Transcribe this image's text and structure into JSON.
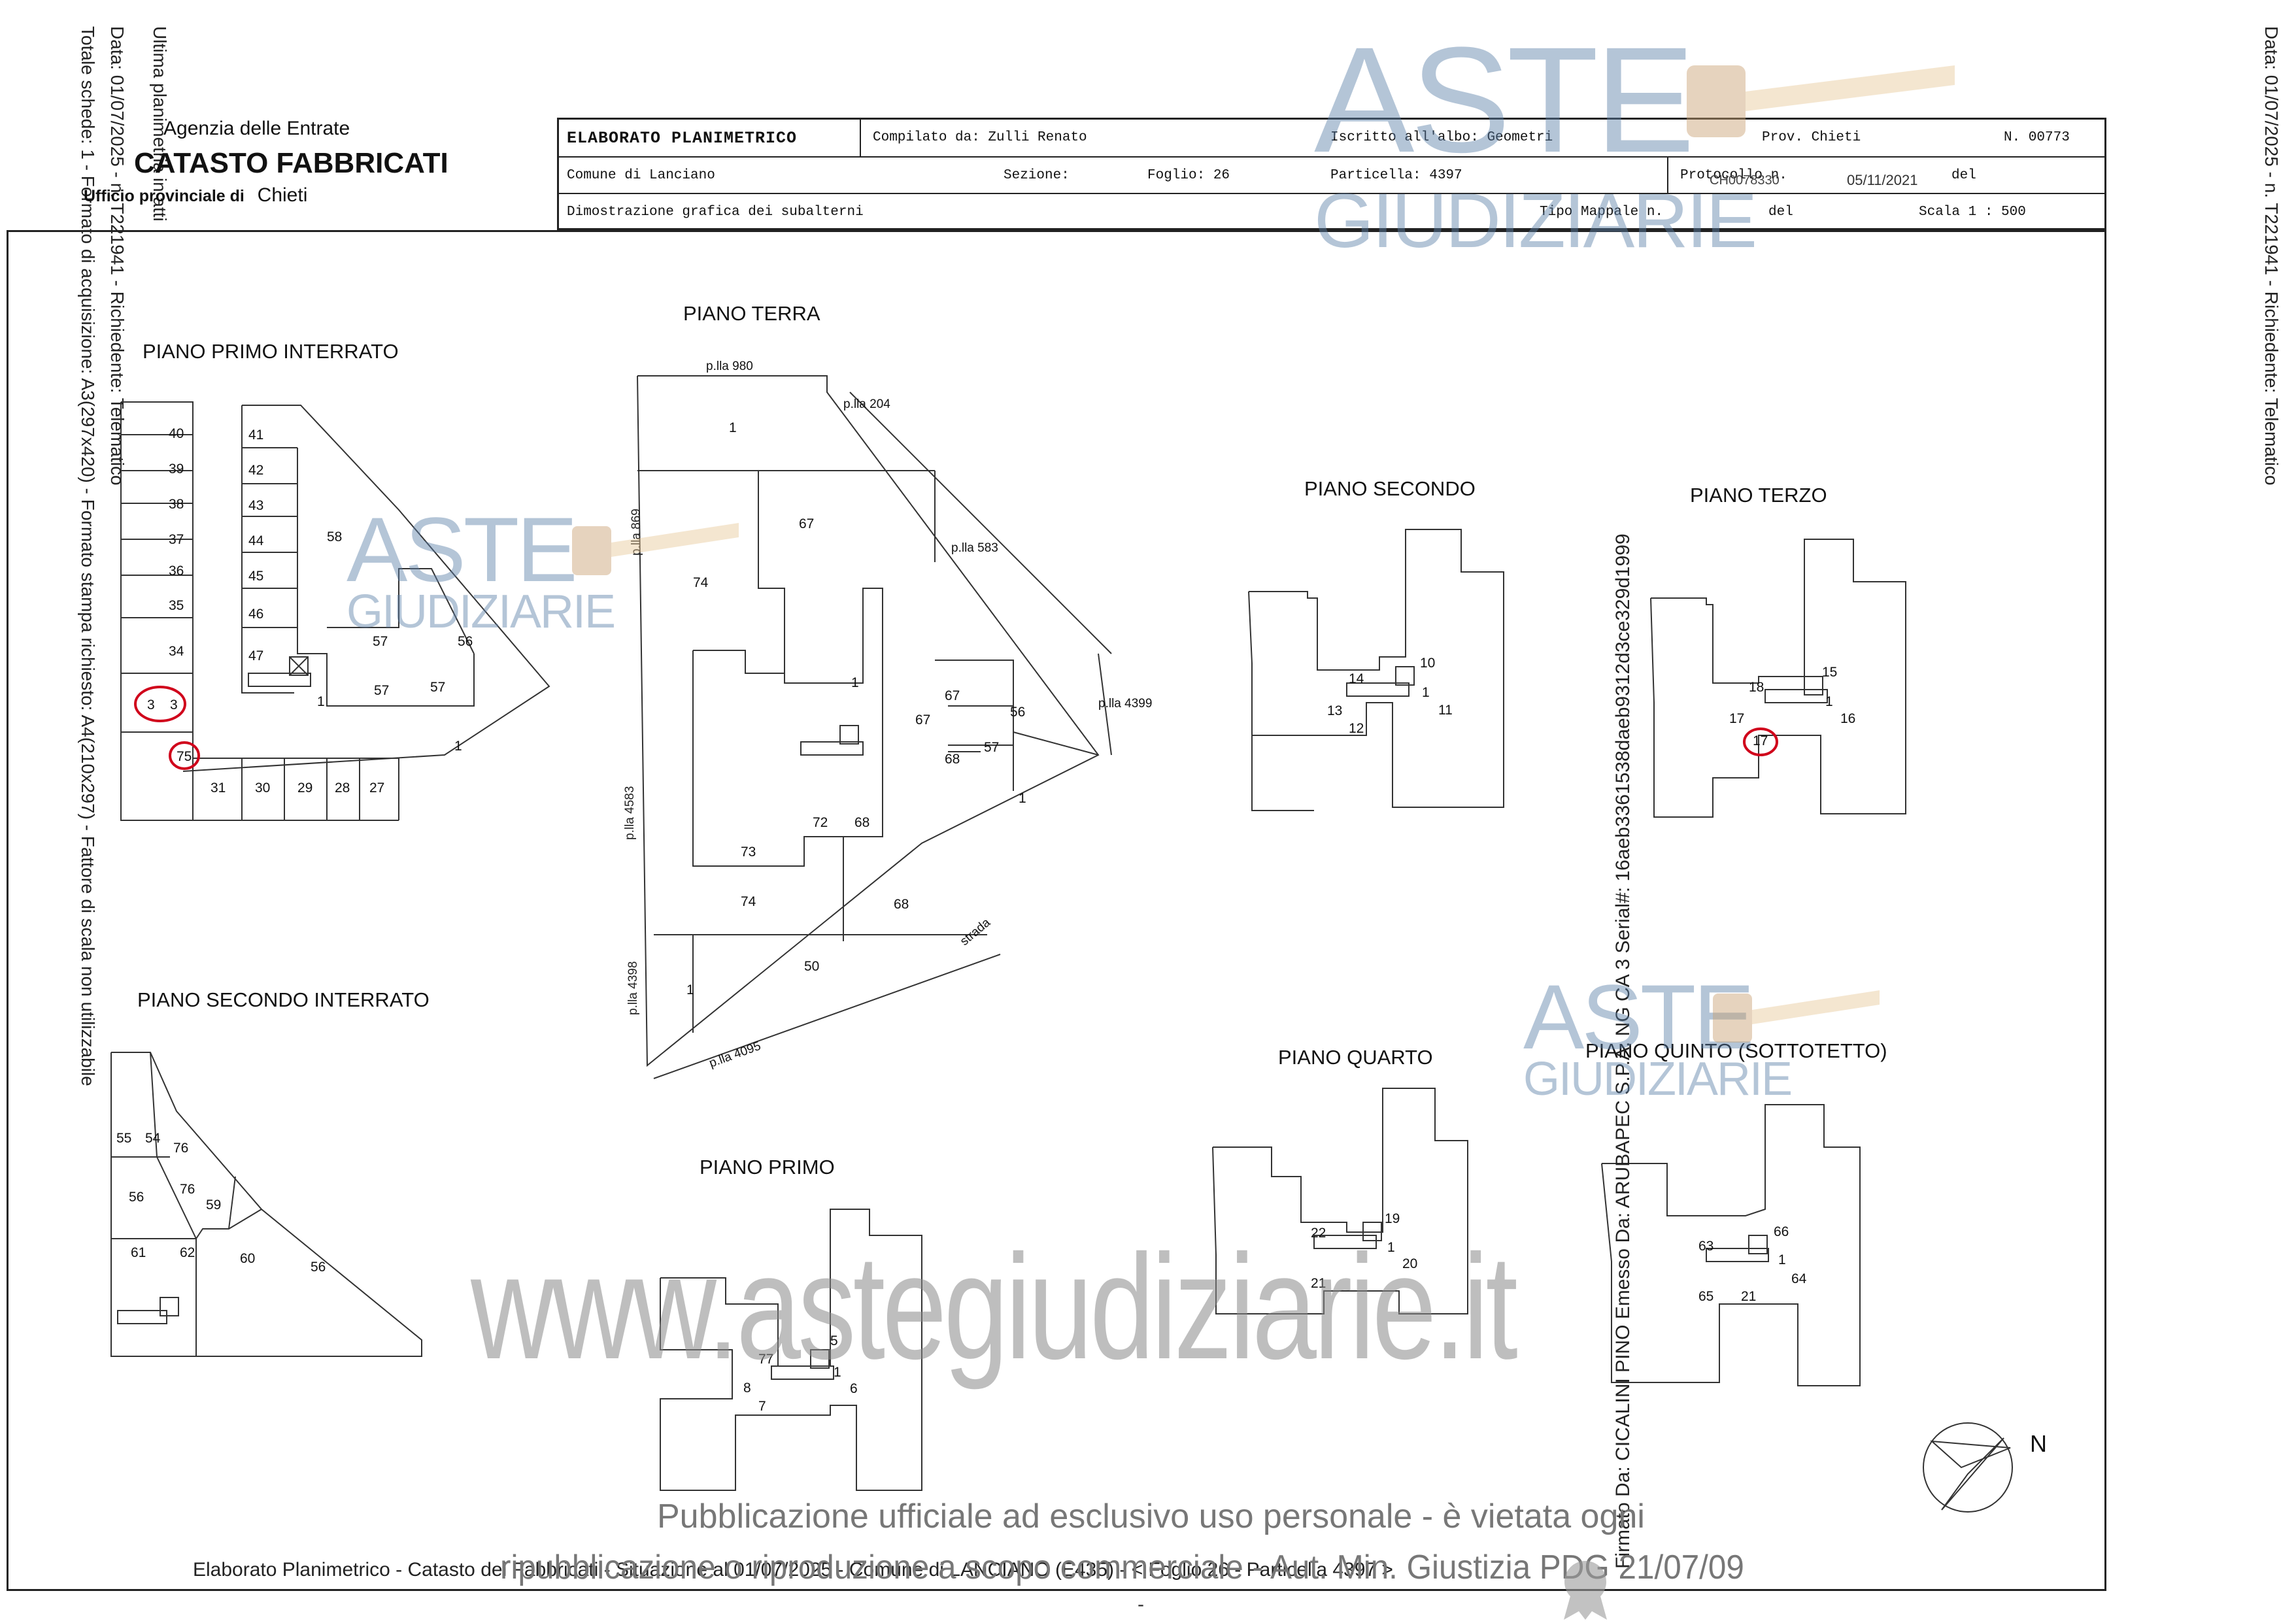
{
  "left_margin": {
    "line1": "Ultima planimetria in atti",
    "line2": "Data: 01/07/2025 - n. T221941 - Richiedente: Telematico",
    "line3": "Totale schede: 1 - Formato di acquisizione: A3(297x420) - Formato stampa richiesto: A4(210x297) - Fattore di scala non utilizzabile"
  },
  "right_margin": {
    "text": "Data: 01/07/2025 - n. T221941 - Richiedente: Telematico"
  },
  "agency": {
    "line1": "Agenzia delle Entrate",
    "line2": "CATASTO FABBRICATI",
    "line3_prefix": "Ufficio provinciale di",
    "line3_city": "Chieti"
  },
  "header": {
    "elaborato": "ELABORATO PLANIMETRICO",
    "compilato": "Compilato da: Zulli Renato",
    "iscritto": "Iscritto all'albo: Geometri",
    "prov": "Prov. Chieti",
    "numero": "N. 00773",
    "comune": "Comune di Lanciano",
    "sezione": "Sezione:",
    "foglio": "Foglio: 26",
    "particella": "Particella: 4397",
    "protocollo": "Protocollo n.",
    "protocollo_num": "CH0078330",
    "protocollo_date": "05/11/2021",
    "del1": "del",
    "dimostrazione": "Dimostrazione grafica dei subalterni",
    "tipo_mappale": "Tipo Mappale n.",
    "del2": "del",
    "scala": "Scala 1 : 500"
  },
  "plans": {
    "primo_interrato": "PIANO PRIMO INTERRATO",
    "secondo_interrato": "PIANO SECONDO INTERRATO",
    "terra": "PIANO TERRA",
    "primo": "PIANO PRIMO",
    "secondo": "PIANO SECONDO",
    "terzo": "PIANO TERZO",
    "quarto": "PIANO QUARTO",
    "quinto": "PIANO QUINTO (SOTTOTETTO)"
  },
  "labels_primo_interrato": [
    "40",
    "39",
    "38",
    "37",
    "36",
    "35",
    "34",
    "3",
    "3",
    "75",
    "31",
    "30",
    "29",
    "28",
    "27",
    "41",
    "42",
    "43",
    "44",
    "45",
    "46",
    "47",
    "58",
    "57",
    "56",
    "57",
    "57",
    "1",
    "1"
  ],
  "labels_secondo_interrato": [
    "55",
    "54",
    "76",
    "76",
    "59",
    "56",
    "61",
    "62",
    "60",
    "56"
  ],
  "labels_terra": [
    "p.lla 980",
    "p.lla 204",
    "1",
    "67",
    "p.lla 583",
    "p.lla 869",
    "74",
    "1",
    "67",
    "67",
    "56",
    "p.lla 4399",
    "68",
    "57",
    "1",
    "p.lla 4583",
    "72",
    "68",
    "73",
    "74",
    "68",
    "strada",
    "p.lla 4398",
    "50",
    "1",
    "p.lla 4095"
  ],
  "labels_primo": [
    "77",
    "5",
    "8",
    "1",
    "6",
    "7"
  ],
  "labels_secondo": [
    "14",
    "10",
    "13",
    "1",
    "11",
    "12"
  ],
  "labels_terzo": [
    "18",
    "15",
    "17",
    "1",
    "16",
    "17"
  ],
  "labels_quarto": [
    "22",
    "19",
    "1",
    "21",
    "20"
  ],
  "labels_quinto": [
    "63",
    "66",
    "1",
    "65",
    "21",
    "64"
  ],
  "signature_vertical": "Firmato Da: CICALINI PINO Emesso Da: ARUBAPEC S.P.A. NG CA 3 Serial#: 16aeb3361538daeb9312d3ce329d1999",
  "north": "N",
  "footer": "Elaborato Planimetrico - Catasto dei Fabbricati - Situazione al 01/07/2025 - Comune di LANCIANO (E435) - < Foglio 26 - Particella 4397 >",
  "watermark": {
    "brand_top": "ASTE",
    "brand_bottom": "GIUDIZIARIE",
    "url": "www.astegiudiziarie.it",
    "notice1": "Pubblicazione ufficiale ad esclusivo uso personale - è vietata ogni",
    "notice2": "ripubblicazione o riproduzione a scopo commerciale - Aut. Min. Giustizia PDG 21/07/09"
  },
  "bottom_dash": "-",
  "colors": {
    "circle": "#d0021b",
    "watermark_blue": "#5b7fa8",
    "watermark_gray": "#9a9a9a"
  }
}
